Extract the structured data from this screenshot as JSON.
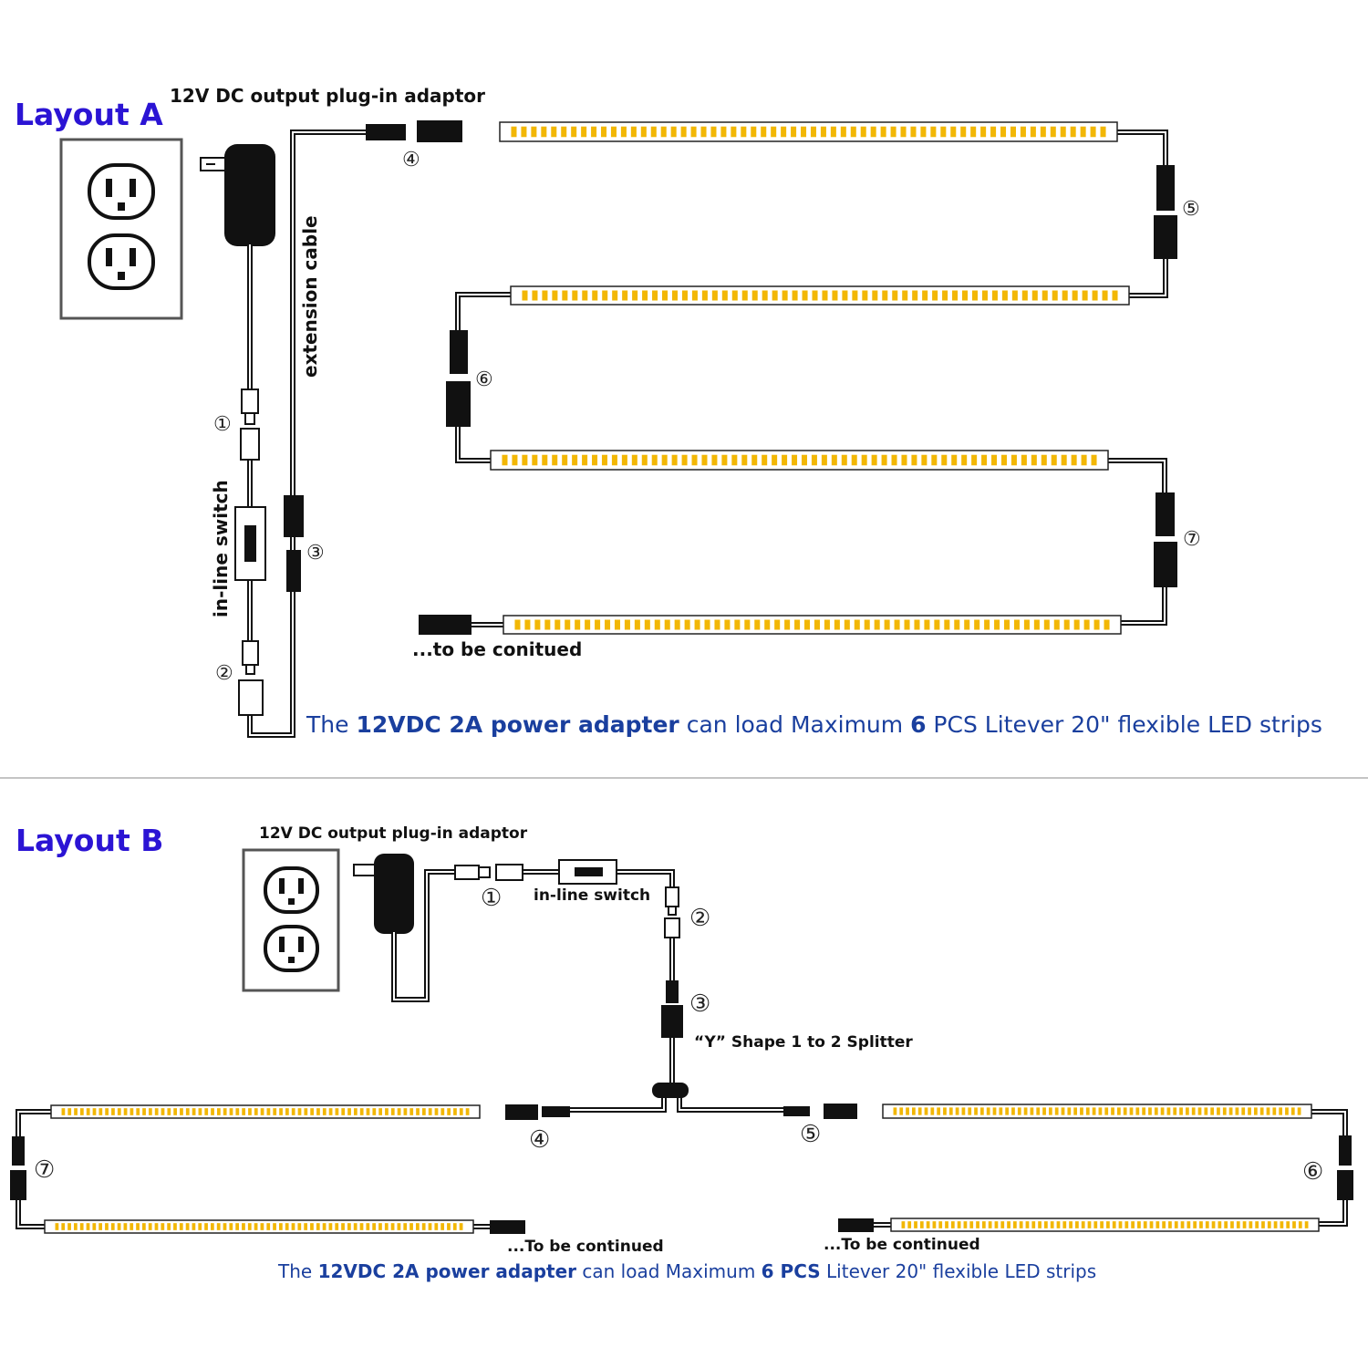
{
  "layout_a": {
    "title": "Layout A",
    "adaptor_label": "12V DC output plug-in adaptor",
    "extension_label": "extension cable",
    "switch_label": "in-line switch",
    "continue_label": "...to be conitued",
    "markers": [
      "①",
      "②",
      "③",
      "④",
      "⑤",
      "⑥",
      "⑦"
    ],
    "note": {
      "p1": "The ",
      "b1": "12VDC 2A power adapter",
      "p2": " can load Maximum ",
      "b2": "6",
      "p3": " PCS Litever 20\" flexible LED strips"
    }
  },
  "layout_b": {
    "title": "Layout B",
    "adaptor_label": "12V DC output plug-in adaptor",
    "switch_label": "in-line switch",
    "splitter_label": "“Y” Shape 1 to 2 Splitter",
    "continue_left": "...To be continued",
    "continue_right": "...To be continued",
    "markers": [
      "①",
      "②",
      "③",
      "④",
      "⑤",
      "⑥",
      "⑦"
    ],
    "note": {
      "p1": "The ",
      "b1": "12VDC 2A power adapter",
      "p2": " can load Maximum ",
      "b2": "6 PCS",
      "p3": " Litever 20\" flexible LED strips"
    }
  },
  "colors": {
    "title": "#2b14d4",
    "note": "#1a3f9e",
    "led": "#f2b705",
    "connector": "#111111"
  }
}
